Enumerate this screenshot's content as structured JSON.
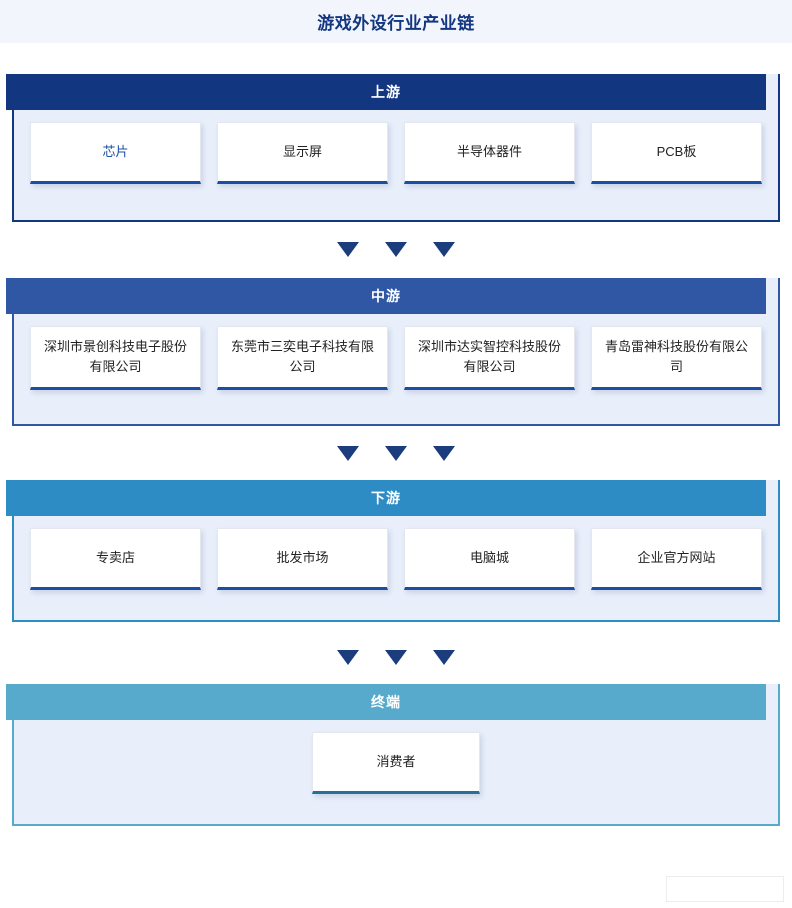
{
  "page": {
    "title": "游戏外设行业产业链",
    "background": "#ffffff",
    "title_band_color": "#f2f5fc",
    "title_color": "#123680"
  },
  "colors": {
    "upstream": "#123680",
    "midstream": "#2f57a3",
    "downstream": "#2e8cc4",
    "terminal": "#57aacb",
    "panel_fill": "#e8effb",
    "card_fill": "#ffffff",
    "card_accent": "#1b4fa3",
    "link_text": "#1b4fa3",
    "arrow": "#1b3d7e"
  },
  "tiers": [
    {
      "id": "upstream",
      "label": "上游",
      "items": [
        {
          "label": "芯片",
          "highlighted": true
        },
        {
          "label": "显示屏",
          "highlighted": false
        },
        {
          "label": "半导体器件",
          "highlighted": false
        },
        {
          "label": "PCB板",
          "highlighted": false
        }
      ]
    },
    {
      "id": "midstream",
      "label": "中游",
      "items": [
        {
          "label": "深圳市景创科技电子股份有限公司",
          "highlighted": false
        },
        {
          "label": "东莞市三奕电子科技有限公司",
          "highlighted": false
        },
        {
          "label": "深圳市达实智控科技股份有限公司",
          "highlighted": false
        },
        {
          "label": "青岛雷神科技股份有限公司",
          "highlighted": false
        }
      ]
    },
    {
      "id": "downstream",
      "label": "下游",
      "items": [
        {
          "label": "专卖店",
          "highlighted": false
        },
        {
          "label": "批发市场",
          "highlighted": false
        },
        {
          "label": "电脑城",
          "highlighted": false
        },
        {
          "label": "企业官方网站",
          "highlighted": false
        }
      ]
    },
    {
      "id": "terminal",
      "label": "终端",
      "items": [
        {
          "label": "消费者",
          "highlighted": false
        }
      ]
    }
  ],
  "connectors": {
    "glyph": "▼",
    "count_per_group": 3,
    "groups": 3
  }
}
